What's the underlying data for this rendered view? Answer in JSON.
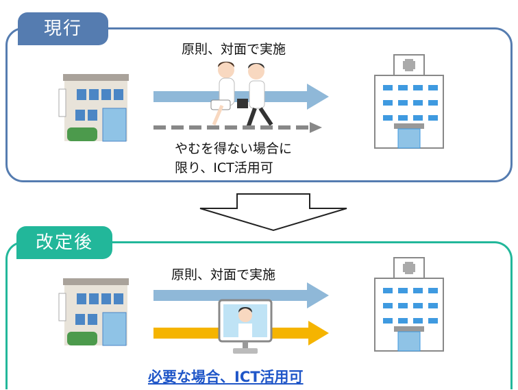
{
  "current": {
    "tab_label": "現行",
    "arrow_label": "原則、対面で実施",
    "dashed_label_line1": "やむを得ない場合に",
    "dashed_label_line2": "限り、ICT活用可"
  },
  "revised": {
    "tab_label": "改定後",
    "arrow_label": "原則、対面で実施",
    "bottom_link": "必要な場合、ICT活用可"
  },
  "colors": {
    "current_accent": "#557cb0",
    "revised_accent": "#22b79a",
    "solid_arrow": "#8fb8d8",
    "dashed_arrow": "#888888",
    "orange_arrow": "#f5b400",
    "link": "#1f56c8"
  },
  "icons": [
    "office-building-icon",
    "hospital-icon",
    "nurse-and-doctor-running-icon",
    "doctor-on-monitor-icon",
    "transition-arrow-icon"
  ]
}
